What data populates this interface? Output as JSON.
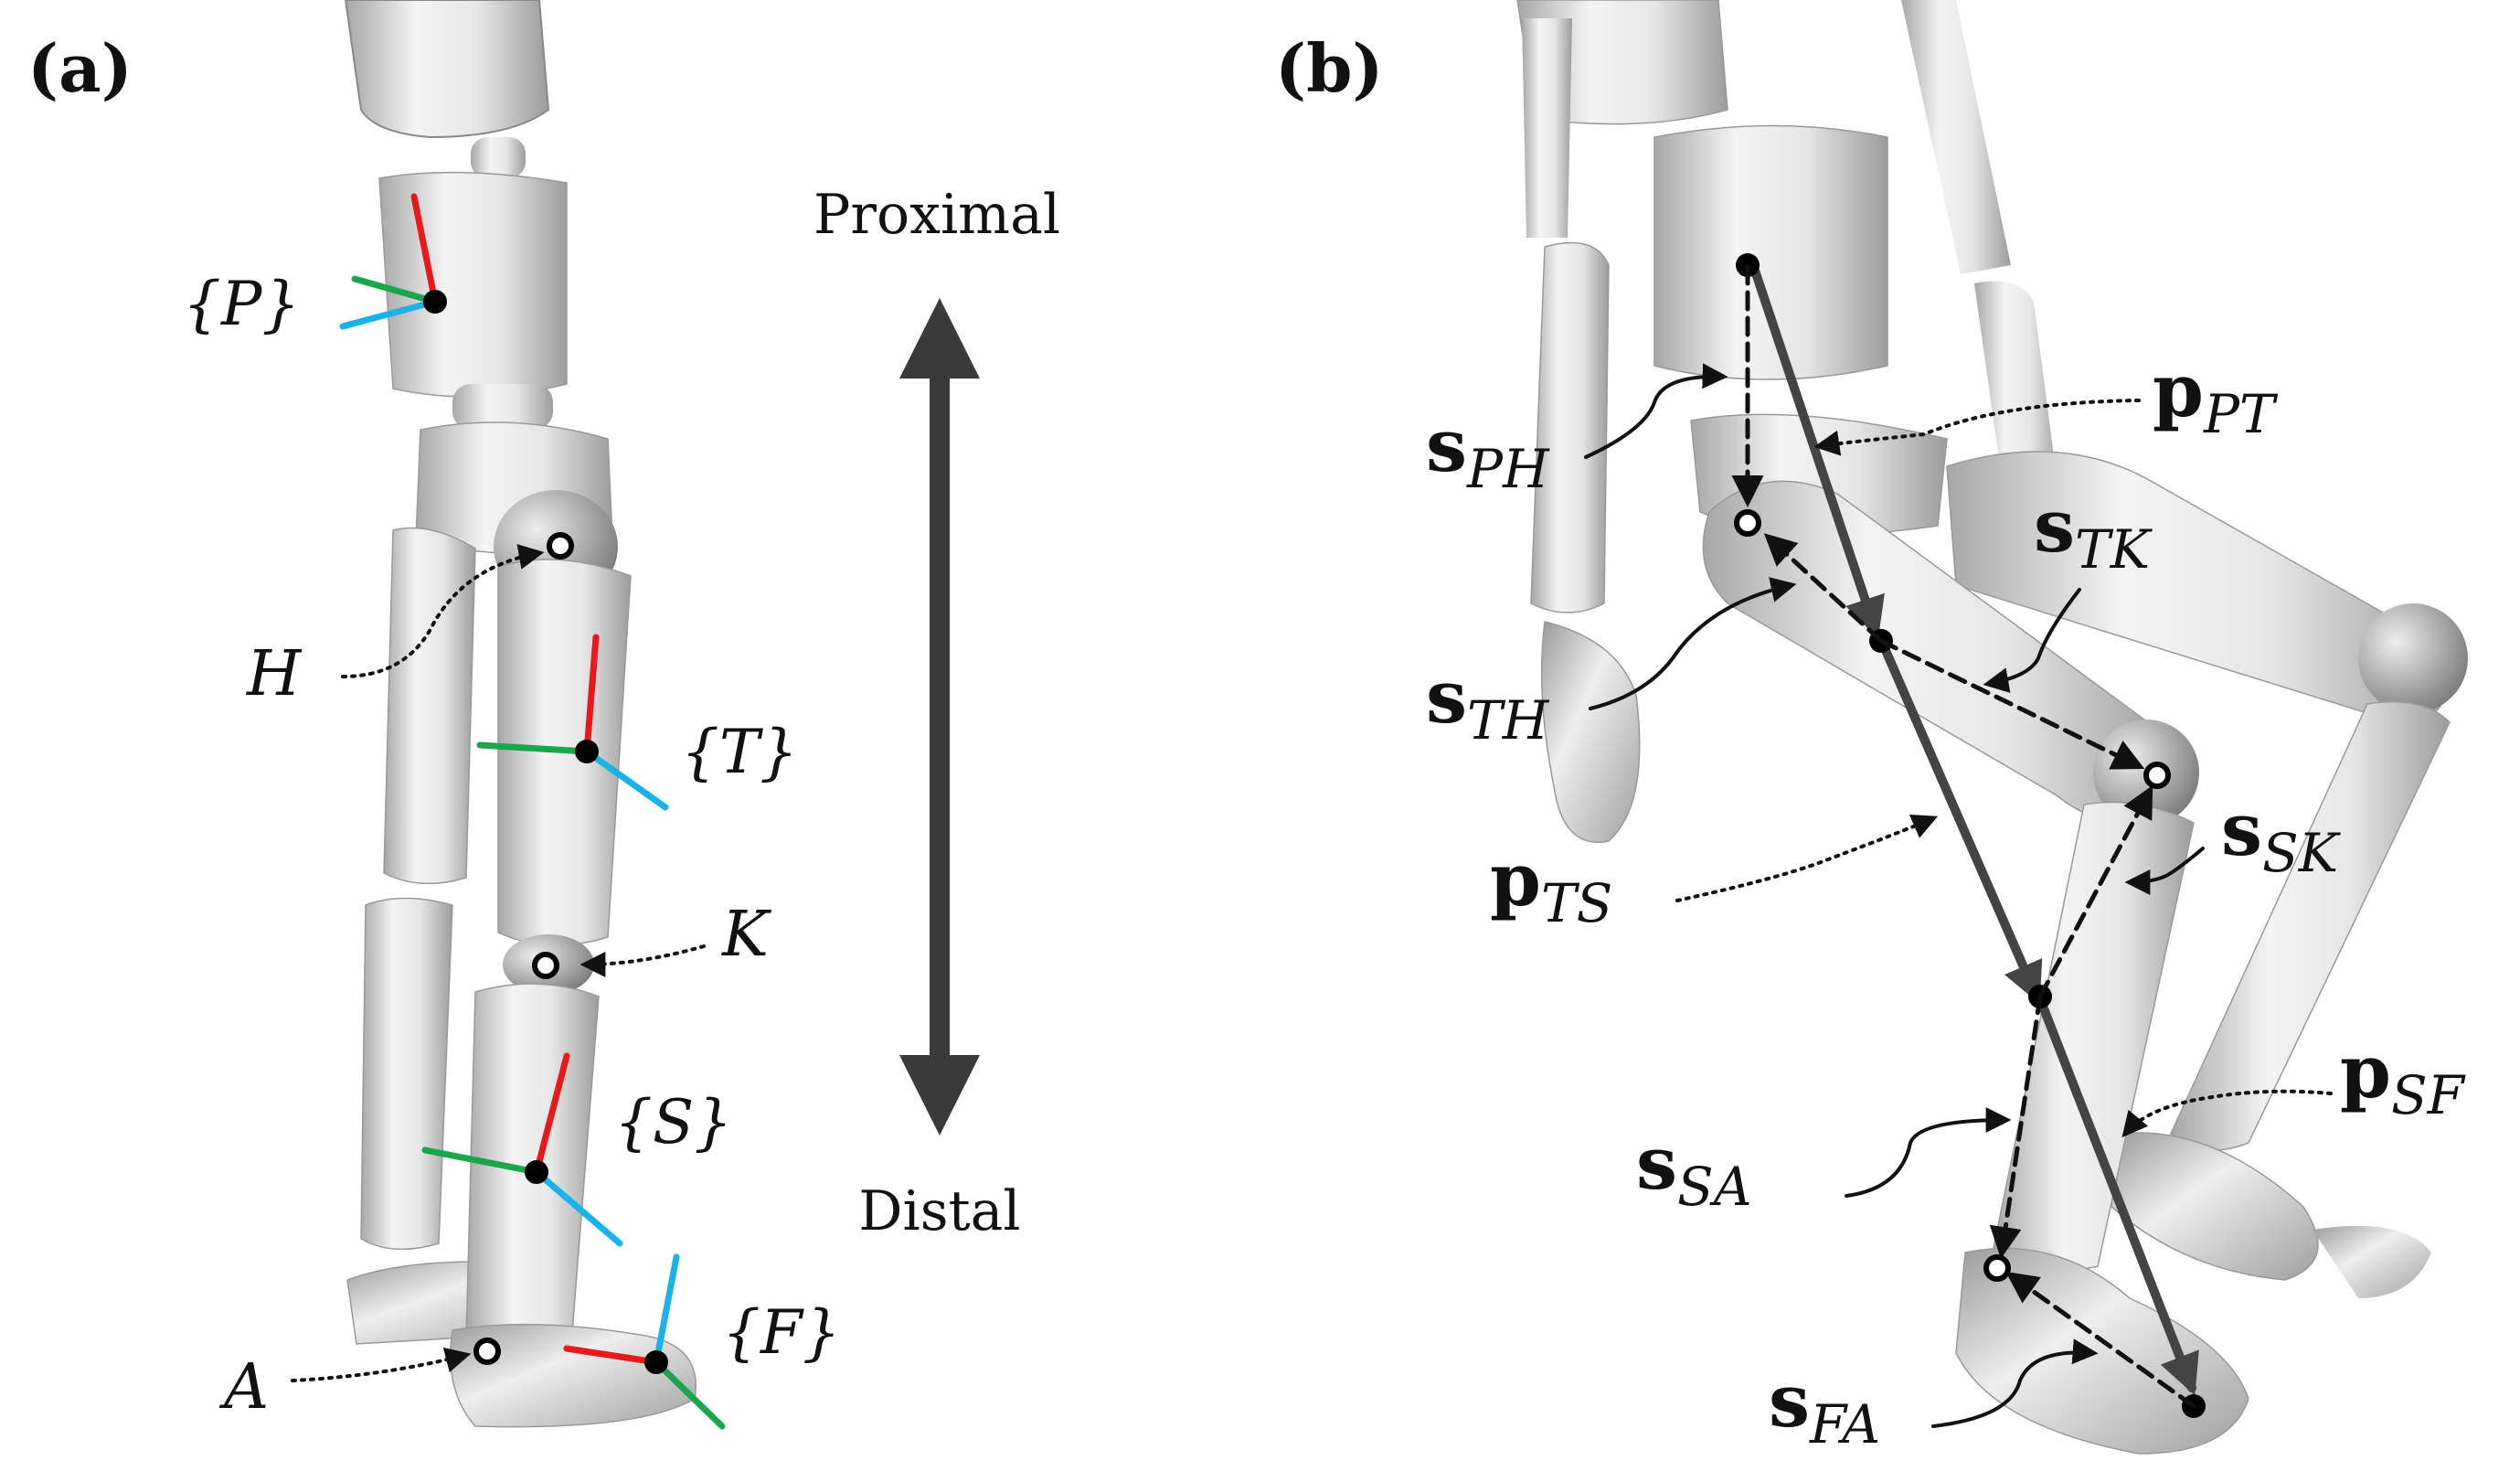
{
  "panel_a": {
    "label": "(a)",
    "direction": {
      "top": "Proximal",
      "bottom": "Distal"
    },
    "frames": {
      "P": "{P}",
      "T": "{T}",
      "S": "{S}",
      "F": "{F}"
    },
    "joints": {
      "H": "H",
      "K": "K",
      "A": "A"
    }
  },
  "panel_b": {
    "label": "(b)",
    "vectors": {
      "pPT": {
        "base": "p",
        "sub": "PT"
      },
      "sPH": {
        "base": "s",
        "sub": "PH"
      },
      "sTK": {
        "base": "s",
        "sub": "TK"
      },
      "sTH": {
        "base": "s",
        "sub": "TH"
      },
      "pTS": {
        "base": "p",
        "sub": "TS"
      },
      "sSK": {
        "base": "s",
        "sub": "SK"
      },
      "pSF": {
        "base": "p",
        "sub": "SF"
      },
      "sSA": {
        "base": "s",
        "sub": "SA"
      },
      "sFA": {
        "base": "s",
        "sub": "FA"
      }
    }
  },
  "colors": {
    "axis_x": "#e8191b",
    "axis_y": "#1aa64b",
    "axis_z": "#1ab2e8",
    "body_light": "#f2f2f2",
    "body_dark": "#a9a9a9",
    "arrow": "#333333"
  }
}
